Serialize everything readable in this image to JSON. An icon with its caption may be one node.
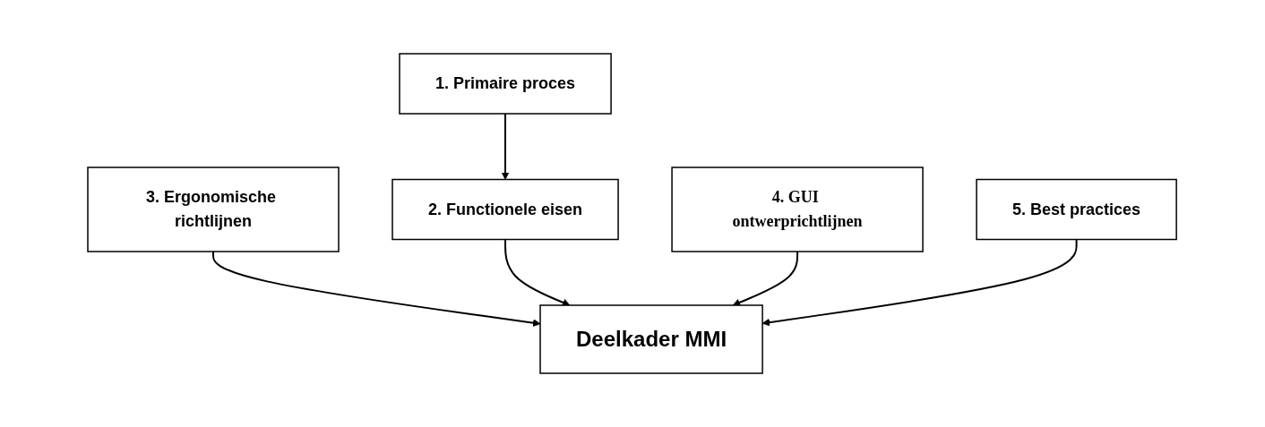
{
  "diagram": {
    "nodes": [
      {
        "text": [
          "1. Primaire proces"
        ]
      },
      {
        "text": [
          "3. Ergonomische richtlijnen"
        ]
      },
      {
        "text": [
          "2. Functionele eisen"
        ]
      },
      {
        "text": [
          "Deelkader MMI"
        ]
      },
      {
        "text": [
          "4. GUI ontwerprichtlijnen"
        ]
      },
      {
        "text": [
          "5. Best practices"
        ]
      }
    ],
    "edges": [
      {
        "from": 0,
        "to": 2,
        "arrow": "to"
      },
      {
        "from": 1,
        "to": 3,
        "arrow": "to"
      },
      {
        "from": 2,
        "to": 3,
        "arrow": "to"
      },
      {
        "from": 4,
        "to": 3,
        "arrow": "to"
      },
      {
        "from": 5,
        "to": 3,
        "arrow": "to"
      }
    ]
  }
}
